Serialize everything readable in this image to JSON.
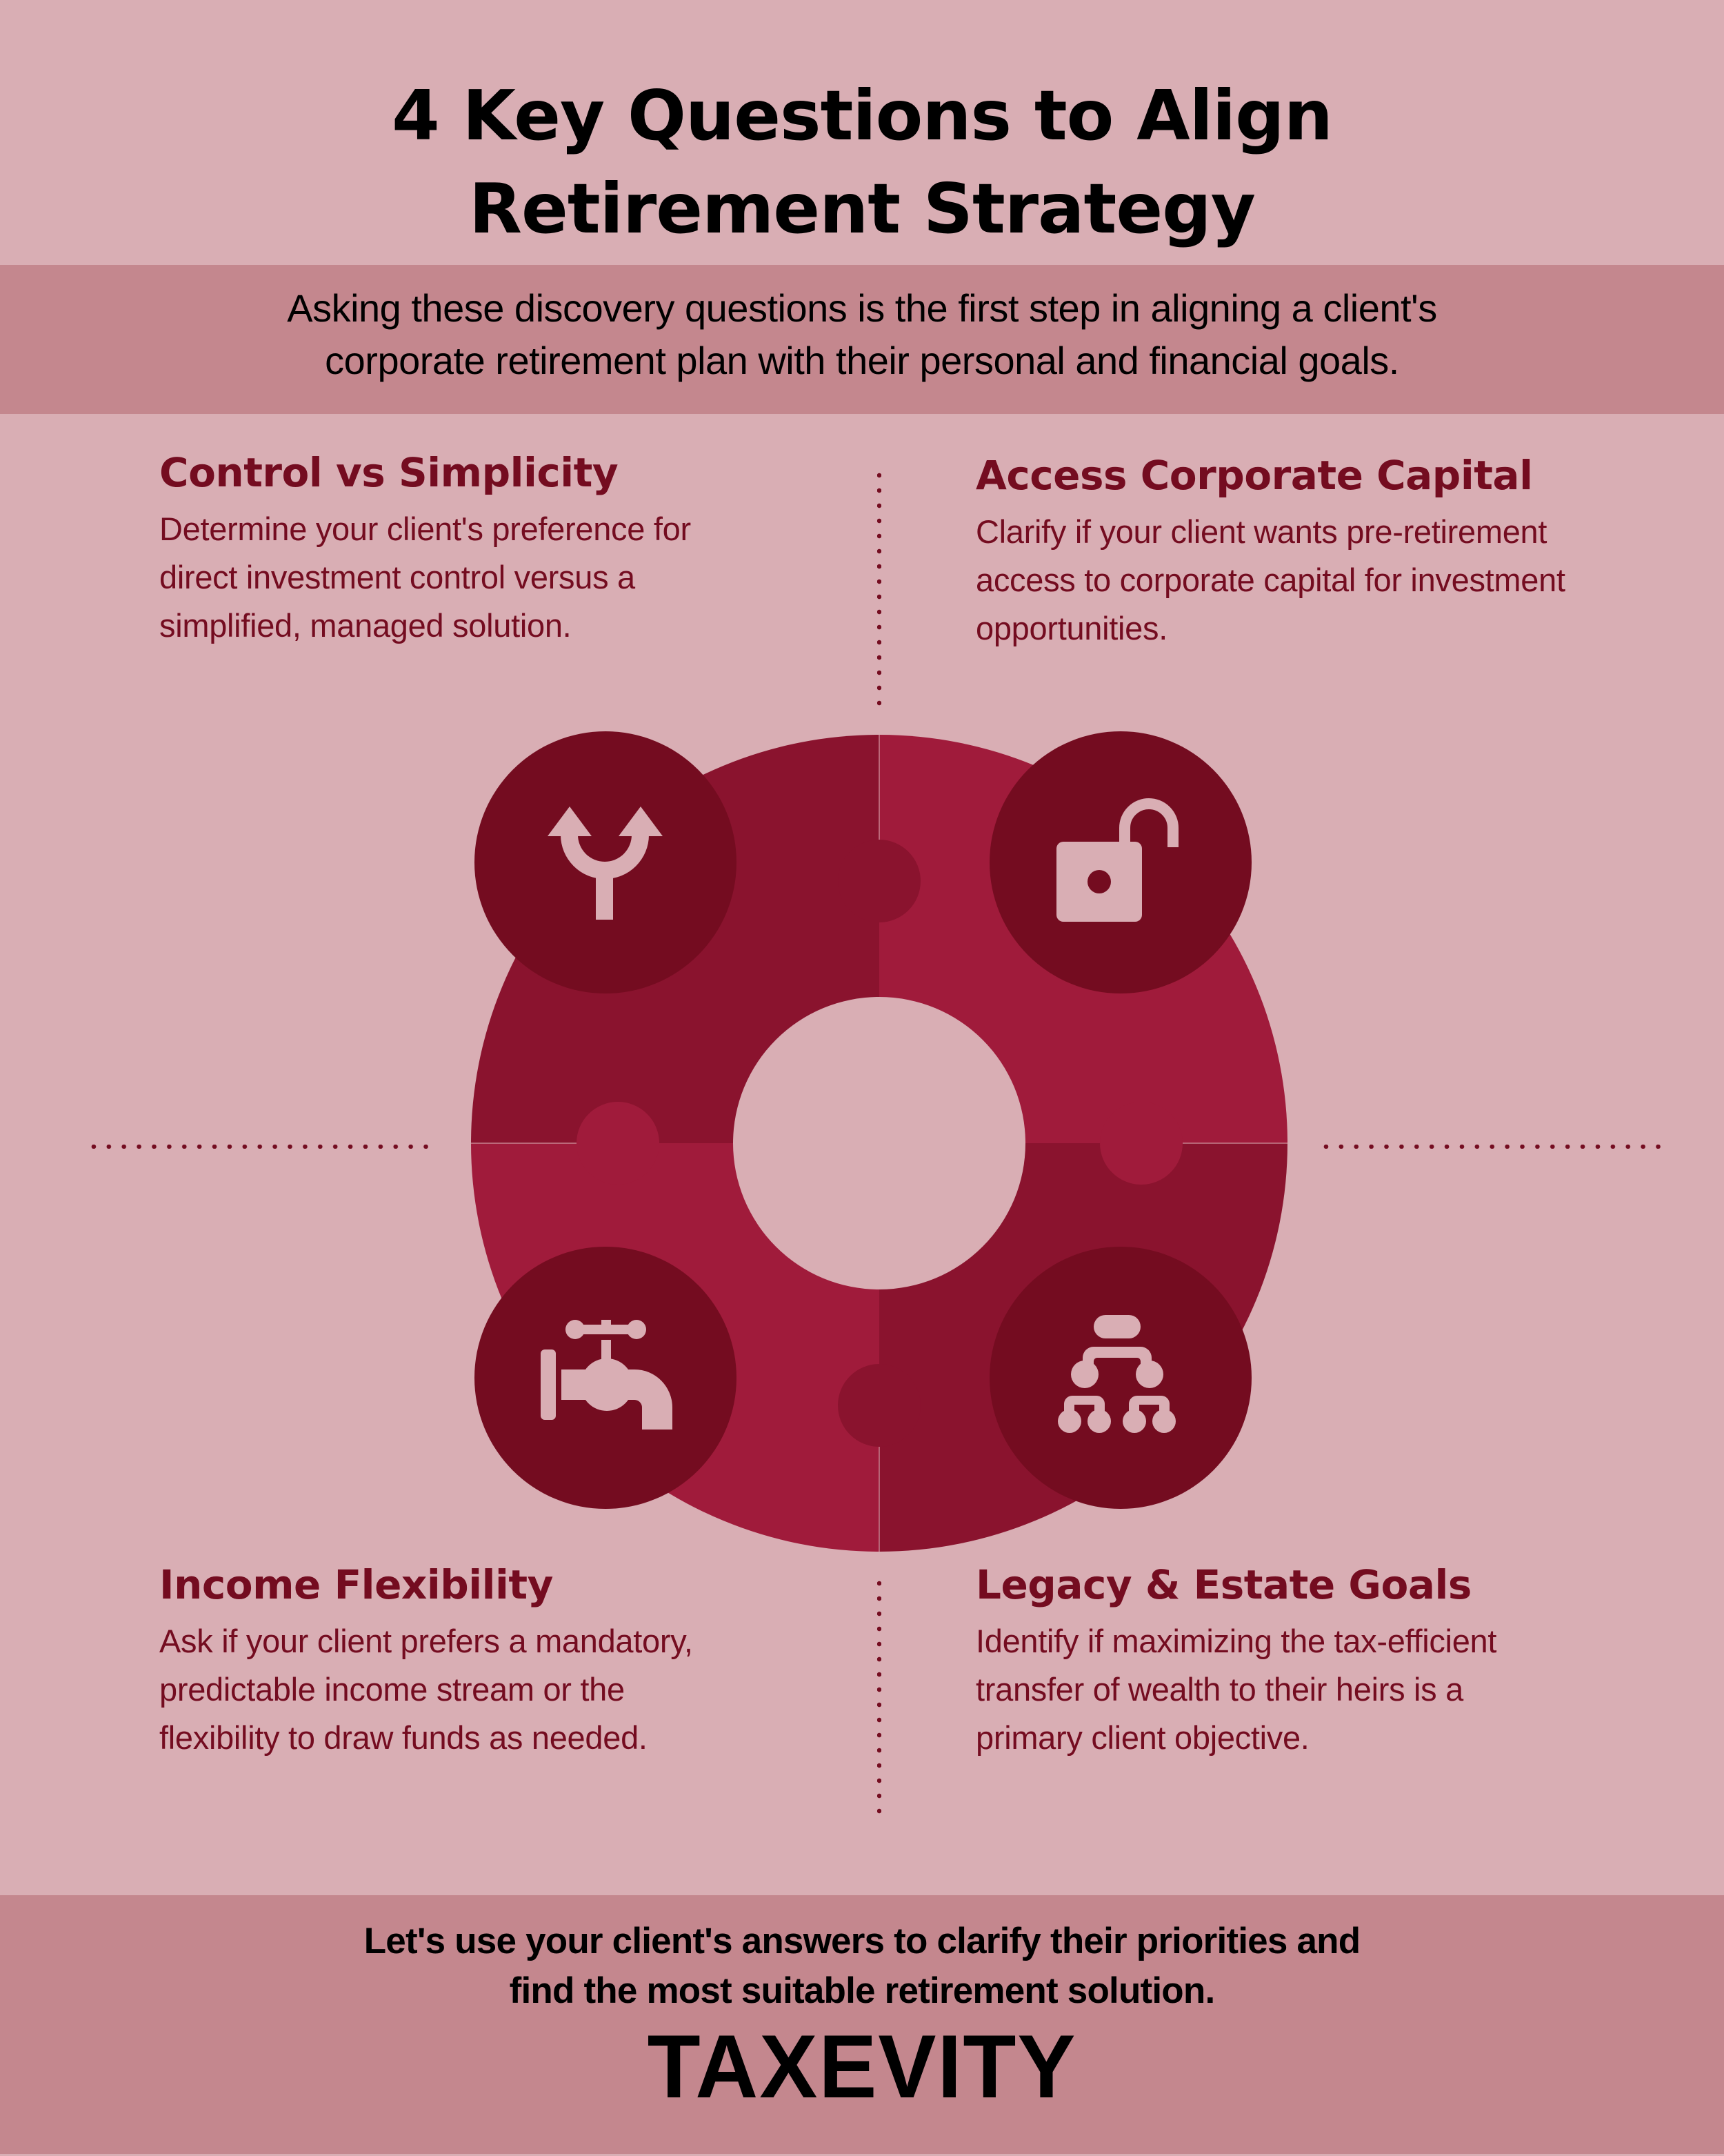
{
  "header": {
    "title_line1": "4 Key Questions to Align",
    "title_line2": "Retirement Strategy",
    "intro_line1": "Asking these discovery questions is the first step in aligning a client's",
    "intro_line2": "corporate retirement plan with their personal and financial goals."
  },
  "questions": [
    {
      "heading": "Control vs Simplicity",
      "icon": "split-arrow-icon",
      "lines": [
        "Determine your client's preference for",
        "direct investment control versus a",
        "simplified, managed solution."
      ]
    },
    {
      "heading": "Access Corporate Capital",
      "icon": "unlocked-padlock-icon",
      "lines": [
        "Clarify if your client wants pre-retirement",
        "access to corporate capital for investment",
        "opportunities."
      ]
    },
    {
      "heading": "Income Flexibility",
      "icon": "faucet-icon",
      "lines": [
        "Ask if your client prefers a mandatory,",
        "predictable income stream or the",
        "flexibility to draw funds as needed."
      ]
    },
    {
      "heading": "Legacy & Estate Goals",
      "icon": "hierarchy-tree-icon",
      "lines": [
        "Identify if maximizing the tax-efficient",
        "transfer of wealth to their heirs is a",
        "primary client objective."
      ]
    }
  ],
  "footer": {
    "cta_line1": "Let's use your client's answers to clarify their priorities and",
    "cta_line2": "find the most suitable retirement solution.",
    "brand": "TAXEVITY"
  },
  "colors": {
    "background": "#d9aeb4",
    "band": "#c4878e",
    "accent_dark": "#740c20",
    "puzzle_dark": "#8a132e",
    "puzzle_light": "#a01b3b",
    "text": "#000000"
  }
}
